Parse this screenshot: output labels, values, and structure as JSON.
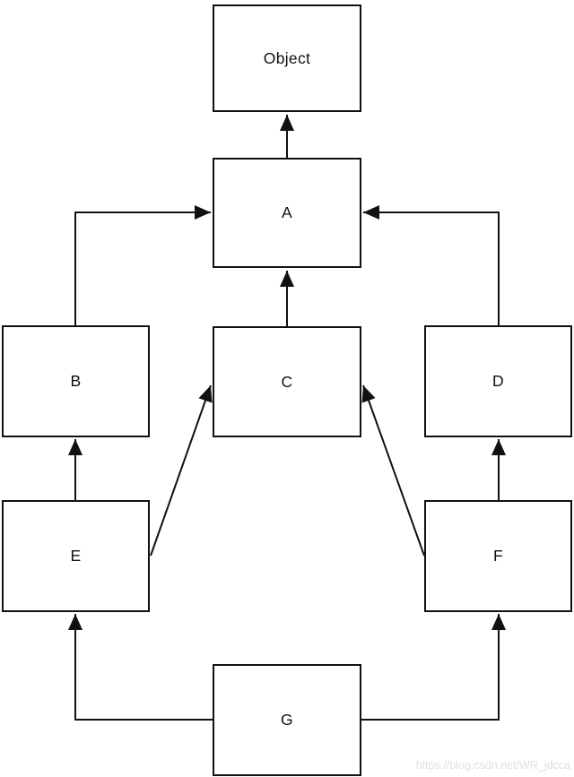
{
  "diagram": {
    "kind": "inheritance-hierarchy",
    "nodes": [
      {
        "id": "Object",
        "label": "Object"
      },
      {
        "id": "A",
        "label": "A"
      },
      {
        "id": "B",
        "label": "B"
      },
      {
        "id": "C",
        "label": "C"
      },
      {
        "id": "D",
        "label": "D"
      },
      {
        "id": "E",
        "label": "E"
      },
      {
        "id": "F",
        "label": "F"
      },
      {
        "id": "G",
        "label": "G"
      }
    ],
    "edges": [
      {
        "from": "A",
        "to": "Object"
      },
      {
        "from": "B",
        "to": "A"
      },
      {
        "from": "C",
        "to": "A"
      },
      {
        "from": "D",
        "to": "A"
      },
      {
        "from": "E",
        "to": "B"
      },
      {
        "from": "E",
        "to": "C"
      },
      {
        "from": "F",
        "to": "C"
      },
      {
        "from": "F",
        "to": "D"
      },
      {
        "from": "G",
        "to": "E"
      },
      {
        "from": "G",
        "to": "F"
      }
    ],
    "colors": {
      "line": "#111111",
      "box_fill": "#ffffff",
      "background": "#ffffff"
    }
  },
  "watermark": {
    "text": "https://blog.csdn.net/WR_jdcca",
    "color": "#e0e0e0"
  }
}
